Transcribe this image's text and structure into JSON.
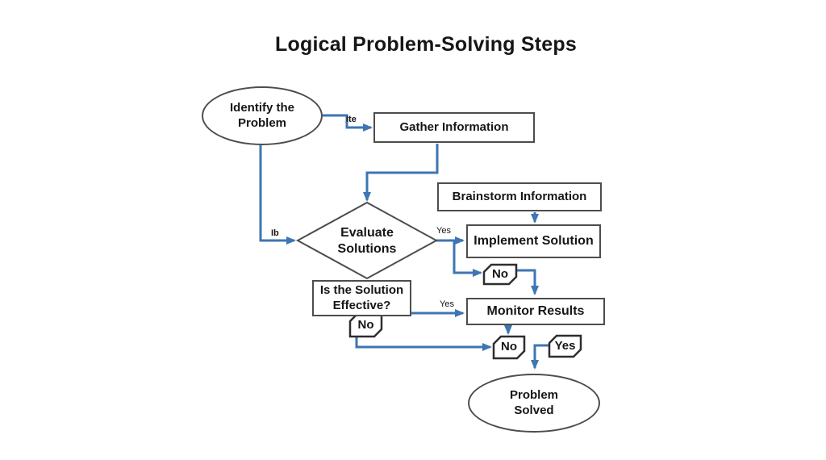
{
  "title": "Logical Problem-Solving Steps",
  "colors": {
    "arrow": "#3D76B2",
    "node_border": "#4D4D4D",
    "badge_border": "#2E2E2E",
    "text": "#161616",
    "background": "#FFFFFF"
  },
  "nodes": {
    "identify": {
      "label": "Identify the\nProblem",
      "shape": "ellipse"
    },
    "gather": {
      "label": "Gather Information",
      "shape": "rect"
    },
    "brainstorm": {
      "label": "Brainstorm Information",
      "shape": "rect"
    },
    "evaluate": {
      "label": "Evaluate\nSolutions",
      "shape": "diamond"
    },
    "implement": {
      "label": "Implement Solution",
      "shape": "rect"
    },
    "effective": {
      "label": "Is the Solution\nEffective?",
      "shape": "rect"
    },
    "monitor": {
      "label": "Monitor Results",
      "shape": "rect"
    },
    "solved": {
      "label": "Problem\nSolved",
      "shape": "ellipse"
    }
  },
  "badges": {
    "no_after_implement": {
      "label": "No"
    },
    "no_after_effective": {
      "label": "No"
    },
    "no_after_monitor": {
      "label": "No"
    },
    "yes_after_monitor": {
      "label": "Yes"
    }
  },
  "edge_labels": {
    "identify_to_gather": "Ite",
    "identify_to_evaluate": "Ib",
    "evaluate_yes": "Yes",
    "effective_yes": "Yes"
  }
}
